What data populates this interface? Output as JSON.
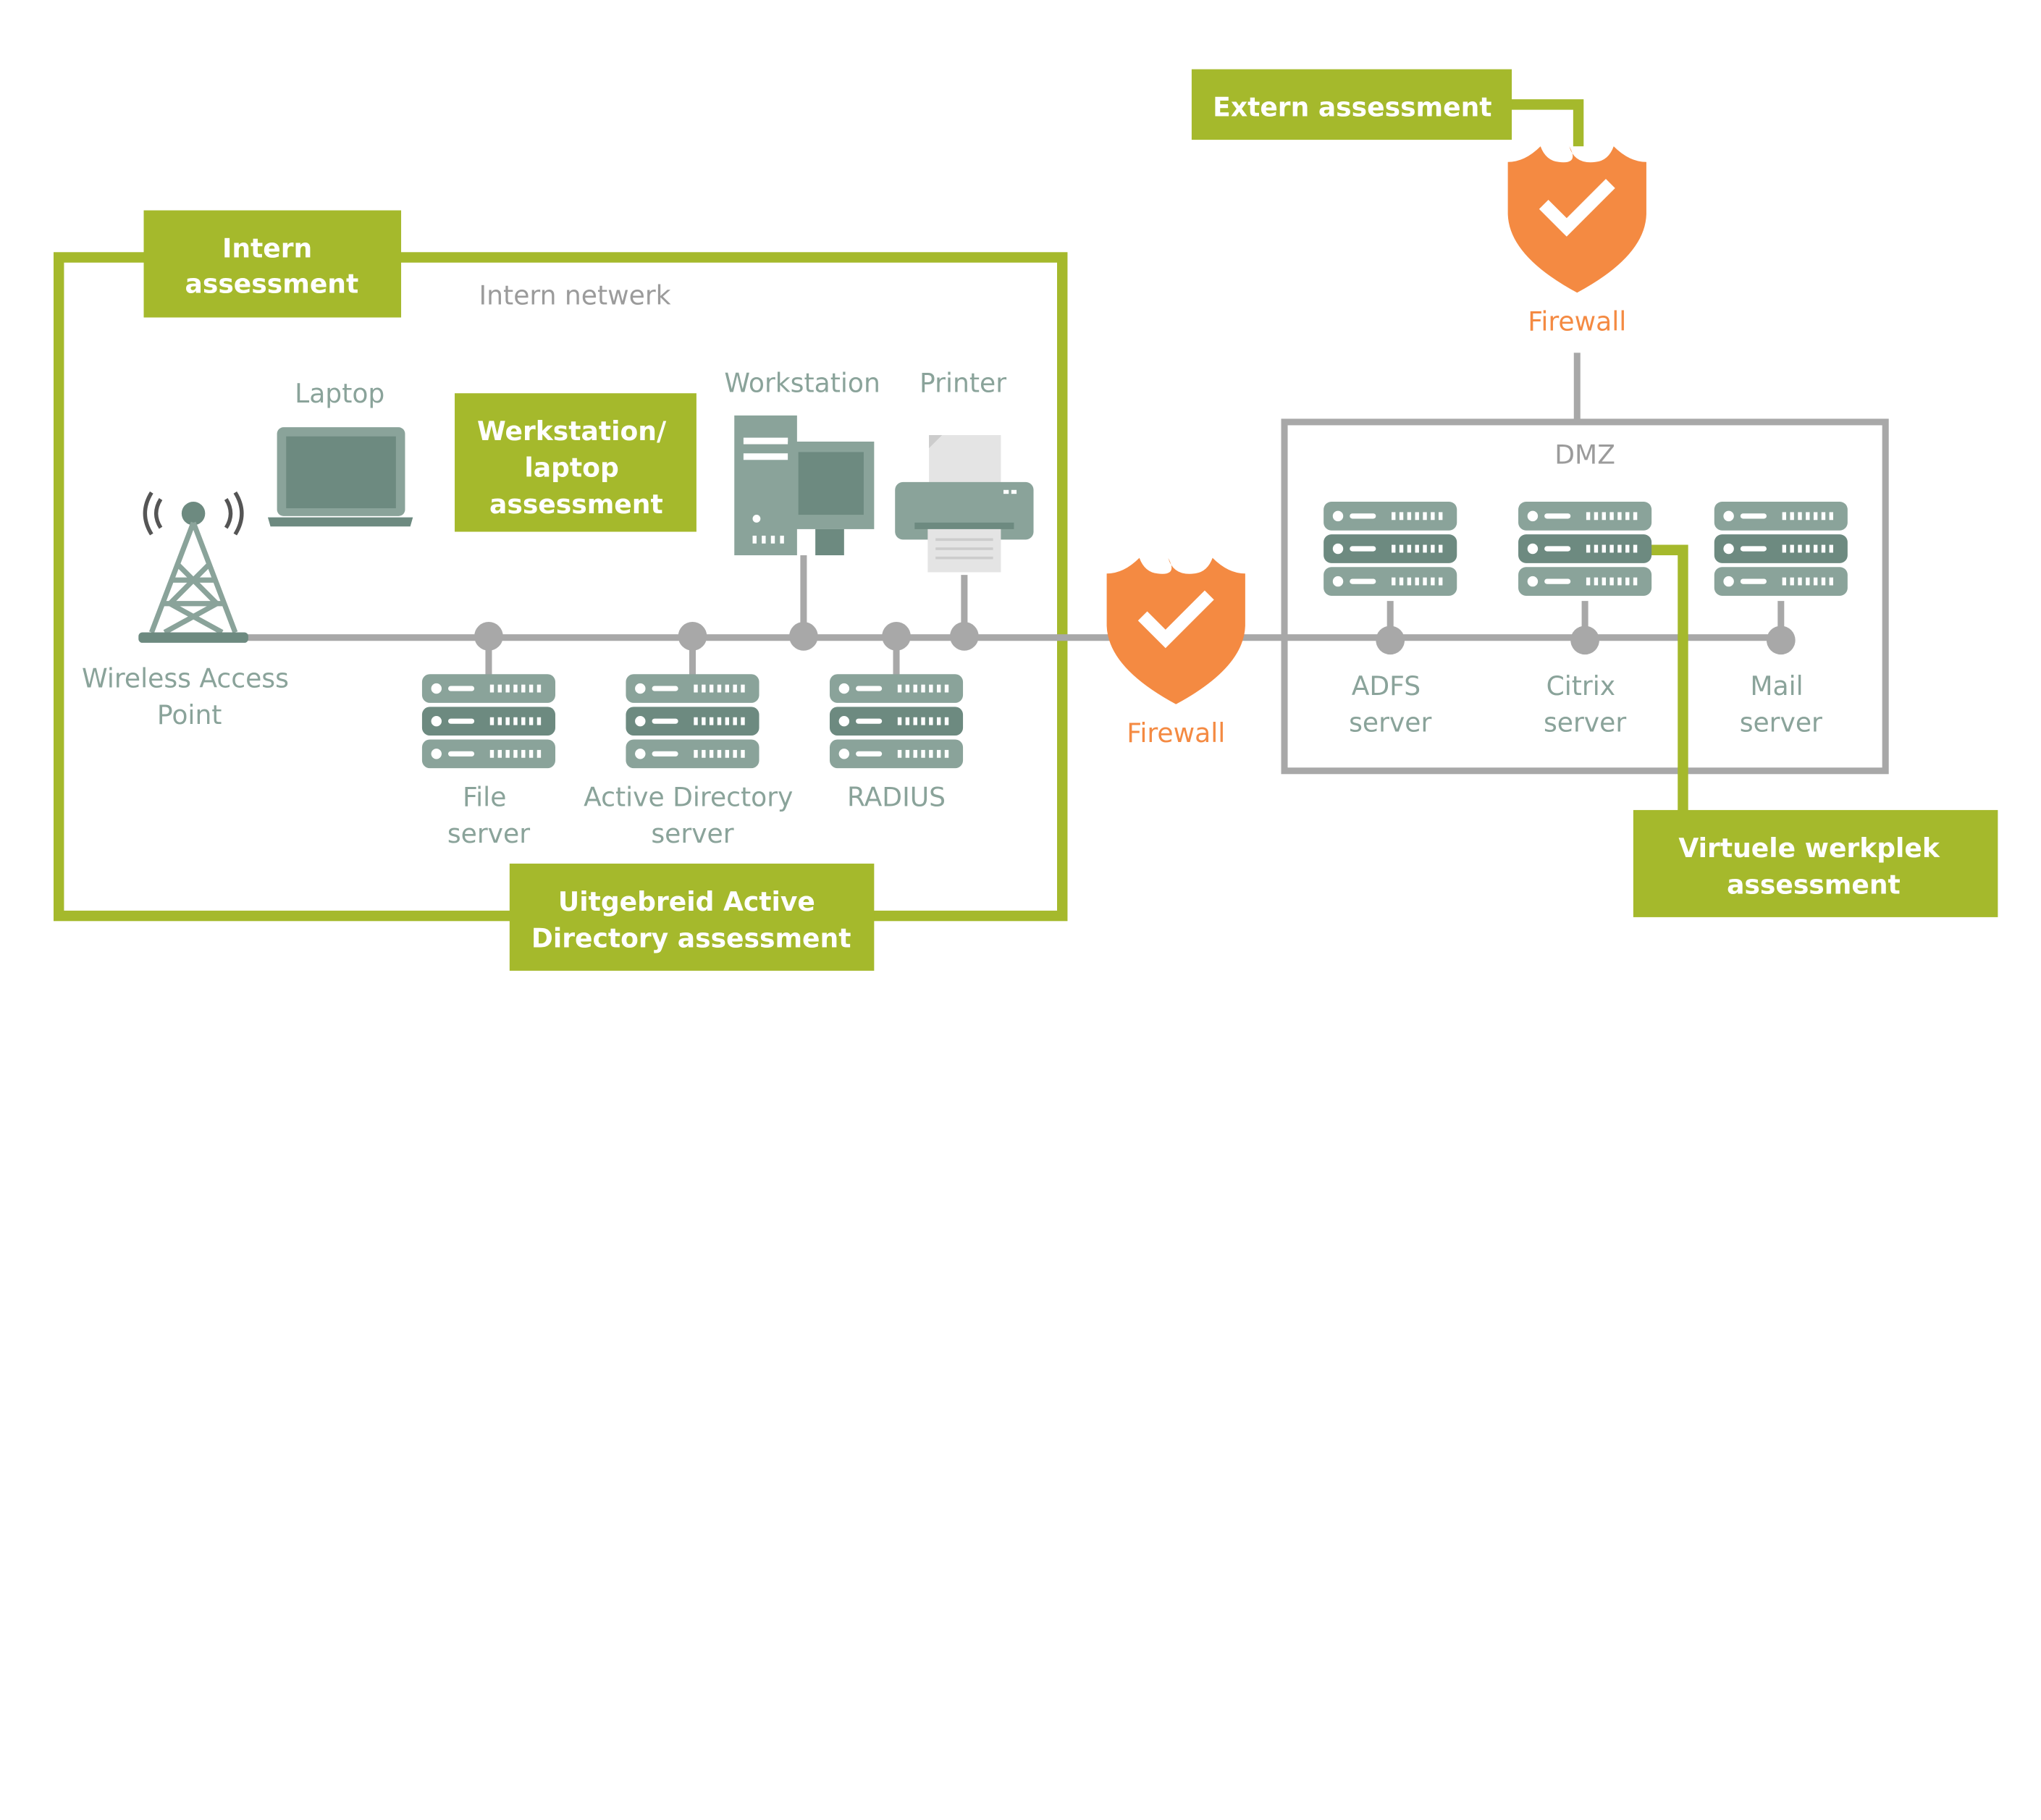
{
  "colors": {
    "green": "#a5b92c",
    "gray_line": "#a8a8a8",
    "device": "#8aa39a",
    "device_dark": "#6d8a80",
    "orange": "#f48a42"
  },
  "zones": {
    "intern": "Intern netwerk",
    "dmz": "DMZ"
  },
  "assessments": {
    "intern": [
      "Intern",
      "assessment"
    ],
    "extern": [
      "Extern assessment"
    ],
    "werkstation": [
      "Werkstation/",
      "laptop",
      "assessment"
    ],
    "ad": [
      "Uitgebreid Active",
      "Directory assessment"
    ],
    "virtueel": [
      "Virtuele werkplek",
      "assessment"
    ]
  },
  "devices": {
    "laptop": [
      "Laptop"
    ],
    "workstation": [
      "Workstation"
    ],
    "printer": [
      "Printer"
    ],
    "wap": [
      "Wireless Access",
      "Point"
    ],
    "file_server": [
      "File",
      "server"
    ],
    "ad_server": [
      "Active Directory",
      "server"
    ],
    "radius": [
      "RADIUS"
    ],
    "adfs": [
      "ADFS",
      "server"
    ],
    "citrix": [
      "Citrix",
      "server"
    ],
    "mail": [
      "Mail",
      "server"
    ]
  },
  "firewalls": {
    "external": "Firewall",
    "internal": "Firewall"
  },
  "icons": [
    "shield-check-icon",
    "server-icon",
    "laptop-icon",
    "workstation-icon",
    "printer-icon",
    "antenna-tower-icon"
  ]
}
